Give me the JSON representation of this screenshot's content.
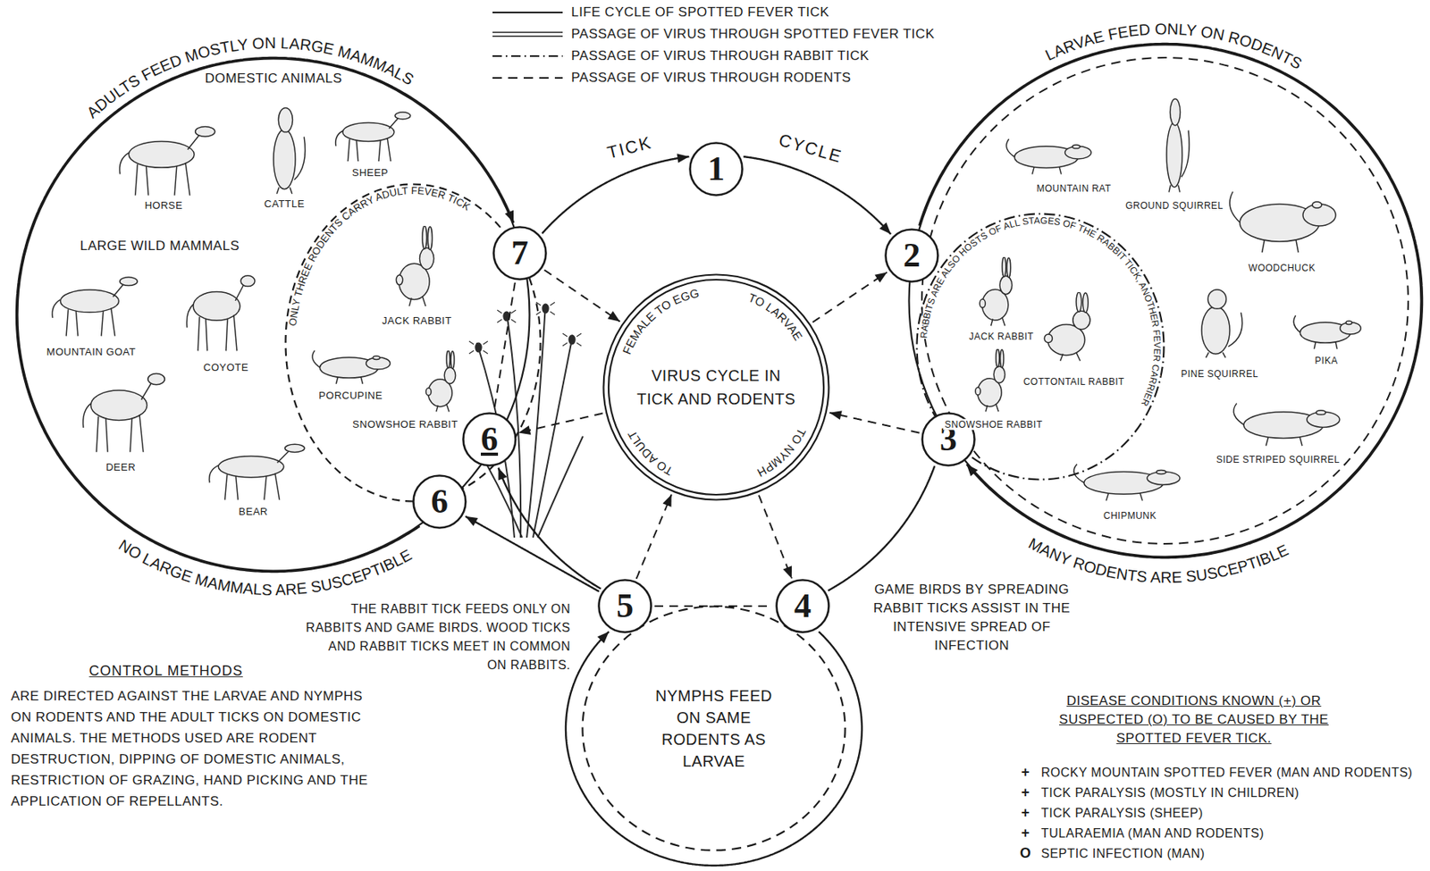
{
  "diagram": {
    "nodes": [
      {
        "text": [
          "ADULTS FEED MOSTLY ON LARGE MAMMALS",
          "DOMESTIC ANIMALS",
          "LARGE WILD MAMMALS",
          "NO LARGE MAMMALS ARE SUSCEPTIBLE"
        ]
      },
      {
        "text": [
          "ONLY THREE RODENTS CARRY ADULT FEVER TICK"
        ],
        "in": 0
      },
      {
        "text": [
          "LARVAE FEED ONLY ON RODENTS",
          "MANY RODENTS ARE SUSCEPTIBLE"
        ]
      },
      {
        "text": [
          "RABBITS ARE ALSO HOSTS OF ALL STAGES OF THE RABBIT TICK, ANOTHER FEVER CARRIER"
        ],
        "in": 2
      },
      {
        "text": [
          "VIRUS CYCLE IN TICK AND RODENTS",
          "FEMALE TO EGG",
          "TO LARVAE",
          "TO NYMPH",
          "TO ADULT"
        ]
      },
      {
        "text": [
          "NYMPHS FEED ON SAME RODENTS AS LARVAE"
        ]
      },
      {
        "text": [
          "1"
        ]
      },
      {
        "text": [
          "2"
        ]
      },
      {
        "text": [
          "3"
        ]
      },
      {
        "text": [
          "4"
        ]
      },
      {
        "text": [
          "5"
        ]
      },
      {
        "text": [
          "6"
        ]
      },
      {
        "text": [
          "6"
        ]
      },
      {
        "text": [
          "7"
        ]
      }
    ],
    "edges": [
      {
        "from": 13,
        "to": 6,
        "arrow": "to"
      },
      {
        "from": 6,
        "to": 7,
        "arrow": "to"
      },
      {
        "from": 7,
        "to": 8,
        "arrow": "to"
      },
      {
        "from": 8,
        "to": 9,
        "arrow": "none"
      },
      {
        "from": 9,
        "to": 10,
        "arrow": "to"
      },
      {
        "from": 10,
        "to": 11,
        "arrow": "to"
      },
      {
        "from": 10,
        "to": 12,
        "arrow": "to"
      },
      {
        "from": 12,
        "to": 13,
        "arrow": "to"
      },
      {
        "from": 13,
        "to": 4,
        "arrow": "to"
      },
      {
        "from": 4,
        "to": 7,
        "arrow": "to"
      },
      {
        "from": 8,
        "to": 4,
        "arrow": "to"
      },
      {
        "from": 4,
        "to": 11,
        "arrow": "to"
      },
      {
        "from": 4,
        "to": 9,
        "arrow": "to"
      },
      {
        "from": 10,
        "to": 4,
        "arrow": "to"
      },
      {
        "from": 10,
        "to": 9,
        "arrow": "none"
      },
      {
        "from": 13,
        "to": 11,
        "arrow": "none"
      }
    ],
    "labels": [
      "TICK",
      "CYCLE",
      "HORSE",
      "CATTLE",
      "SHEEP",
      "MOUNTAIN GOAT",
      "COYOTE",
      "DEER",
      "BEAR",
      "JACK RABBIT",
      "PORCUPINE",
      "SNOWSHOE RABBIT",
      "MOUNTAIN RAT",
      "GROUND SQUIRREL",
      "WOODCHUCK",
      "JACK RABBIT",
      "COTTONTAIL RABBIT",
      "SNOWSHOE RABBIT",
      "PINE SQUIRREL",
      "PIKA",
      "SIDE STRIPED SQUIRREL",
      "CHIPMUNK",
      "THE RABBIT TICK FEEDS ONLY ON RABBITS AND GAME BIRDS. WOOD TICKS AND RABBIT TICKS MEET IN COMMON ON RABBITS.",
      "GAME BIRDS BY SPREADING RABBIT TICKS ASSIST IN THE INTENSIVE SPREAD OF INFECTION",
      "CONTROL METHODS",
      "ARE DIRECTED AGAINST THE LARVAE AND NYMPHS ON RODENTS AND THE ADULT TICKS ON DOMESTIC ANIMALS. THE METHODS USED ARE RODENT DESTRUCTION, DIPPING OF DOMESTIC ANIMALS, RESTRICTION OF GRAZING, HAND PICKING AND THE APPLICATION OF REPELLANTS.",
      "DISEASE CONDITIONS KNOWN (+) OR SUSPECTED (O) TO BE CAUSED BY THE SPOTTED FEVER TICK.",
      "+",
      "ROCKY MOUNTAIN SPOTTED FEVER (MAN AND RODENTS)",
      "+",
      "TICK PARALYSIS (MOSTLY IN CHILDREN)",
      "+",
      "TICK PARALYSIS (SHEEP)",
      "+",
      "TULARAEMIA (MAN AND RODENTS)",
      "O",
      "SEPTIC INFECTION (MAN)"
    ],
    "legend": [
      {
        "text": "LIFE CYCLE OF SPOTTED FEVER TICK"
      },
      {
        "text": "PASSAGE OF VIRUS THROUGH SPOTTED FEVER TICK"
      },
      {
        "text": "PASSAGE OF VIRUS THROUGH RABBIT TICK"
      },
      {
        "text": "PASSAGE OF VIRUS THROUGH RODENTS"
      }
    ]
  }
}
